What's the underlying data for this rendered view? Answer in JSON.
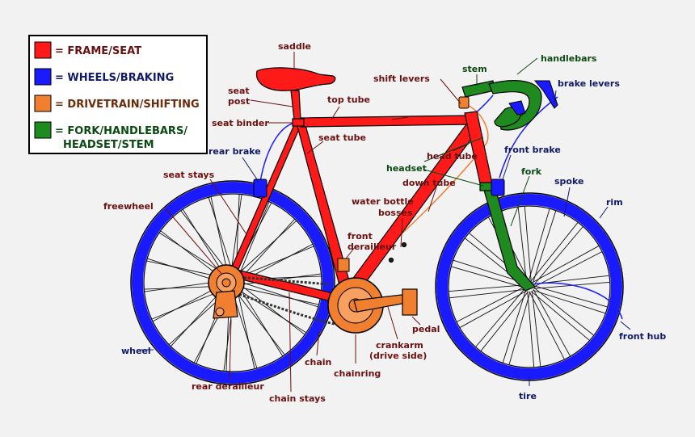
{
  "colors": {
    "frame": "#ff1a1a",
    "wheels": "#1a1aff",
    "drivetrain": "#f08030",
    "fork": "#1f8a1f",
    "frame_text": "#6b1010",
    "wheels_text": "#101a66",
    "drive_text": "#6b2a08",
    "fork_text": "#0b4a12"
  },
  "legend": {
    "frame": "= FRAME/SEAT",
    "wheels": "= WHEELS/BRAKING",
    "drivetrain": "= DRIVETRAIN/SHIFTING",
    "fork_line1": "= FORK/HANDLEBARS/",
    "fork_line2": "HEADSET/STEM"
  },
  "labels": {
    "saddle": "saddle",
    "seat_post_1": "seat",
    "seat_post_2": "post",
    "seat_binder": "seat binder",
    "top_tube": "top tube",
    "seat_tube": "seat tube",
    "seat_stays": "seat stays",
    "freewheel": "freewheel",
    "rear_brake": "rear brake",
    "shift_levers": "shift levers",
    "stem": "stem",
    "handlebars": "handlebars",
    "brake_levers": "brake levers",
    "head_tube": "head tube",
    "headset": "headset",
    "front_brake": "front brake",
    "fork": "fork",
    "spoke": "spoke",
    "rim": "rim",
    "down_tube": "down tube",
    "water_bottle_1": "water bottle",
    "water_bottle_2": "bosses",
    "front_derailleur_1": "front",
    "front_derailleur_2": "derailleur",
    "pedal": "pedal",
    "crankarm_1": "crankarm",
    "crankarm_2": "(drive side)",
    "chain": "chain",
    "chainring": "chainring",
    "chain_stays": "chain stays",
    "rear_derailleur": "rear derailleur",
    "wheel": "wheel",
    "front_hub": "front hub",
    "tire": "tire"
  }
}
